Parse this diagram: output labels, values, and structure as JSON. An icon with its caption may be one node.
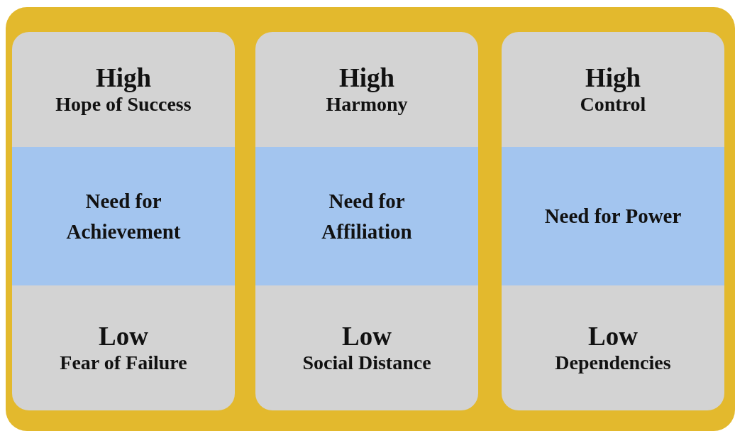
{
  "diagram": {
    "nodes": [
      {
        "text": [],
        "shape": "box"
      },
      {
        "text": [],
        "shape": "box",
        "in": 0
      },
      {
        "text": [
          "High",
          "Hope of Success"
        ],
        "in": 1
      },
      {
        "text": [
          "Need for Achievement"
        ],
        "in": 1
      },
      {
        "text": [
          "Low",
          "Fear of Failure"
        ],
        "in": 1
      },
      {
        "text": [],
        "shape": "box",
        "in": 0
      },
      {
        "text": [
          "High",
          "Harmony"
        ],
        "in": 5
      },
      {
        "text": [
          "Need for Affiliation"
        ],
        "in": 5
      },
      {
        "text": [
          "Low",
          "Social Distance"
        ],
        "in": 5
      },
      {
        "text": [],
        "shape": "box",
        "in": 0
      },
      {
        "text": [
          "High",
          "Control"
        ],
        "in": 9
      },
      {
        "text": [
          "Need for Power"
        ],
        "in": 9
      },
      {
        "text": [
          "Low",
          "Dependencies"
        ],
        "in": 9
      }
    ]
  }
}
